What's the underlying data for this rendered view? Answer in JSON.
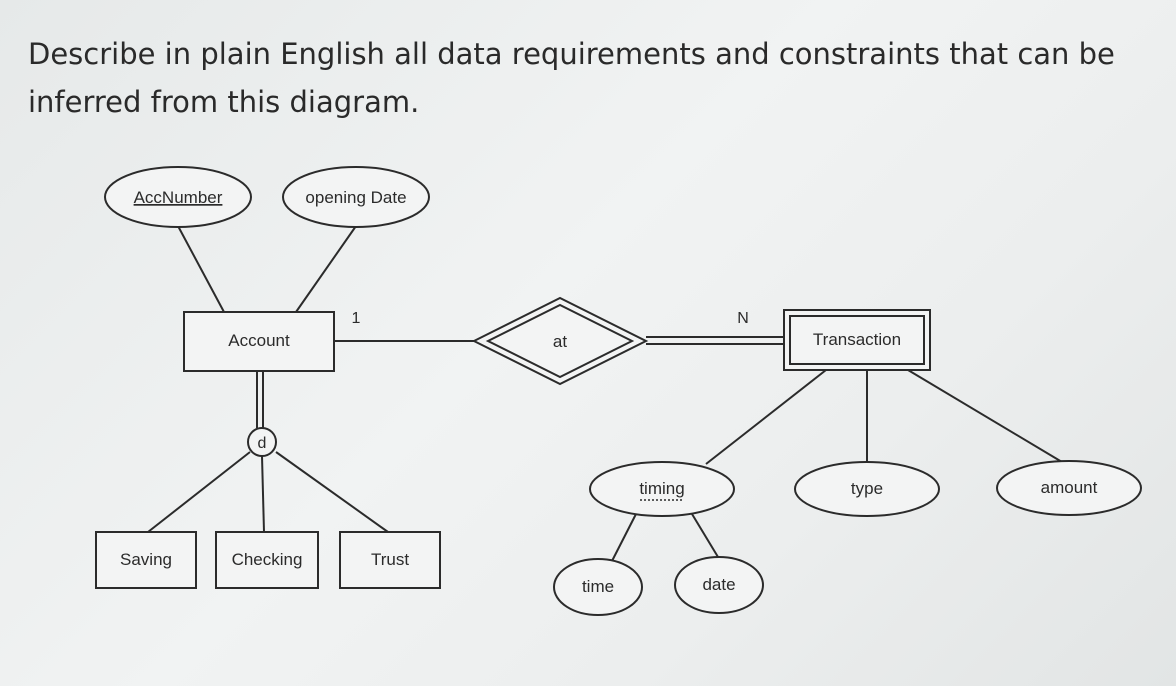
{
  "question": "Describe in plain English all data requirements and constraints that can be inferred from this diagram.",
  "diagram": {
    "entities": {
      "account": "Account",
      "transaction": "Transaction",
      "saving": "Saving",
      "checking": "Checking",
      "trust": "Trust"
    },
    "relationship": "at",
    "attributes": {
      "acc_number": "AccNumber",
      "opening_date": "opening Date",
      "timing": "timing",
      "time": "time",
      "date": "date",
      "type": "type",
      "amount": "amount"
    },
    "disjoint_marker": "d",
    "cardinality": {
      "account_side": "1",
      "transaction_side": "N"
    }
  }
}
